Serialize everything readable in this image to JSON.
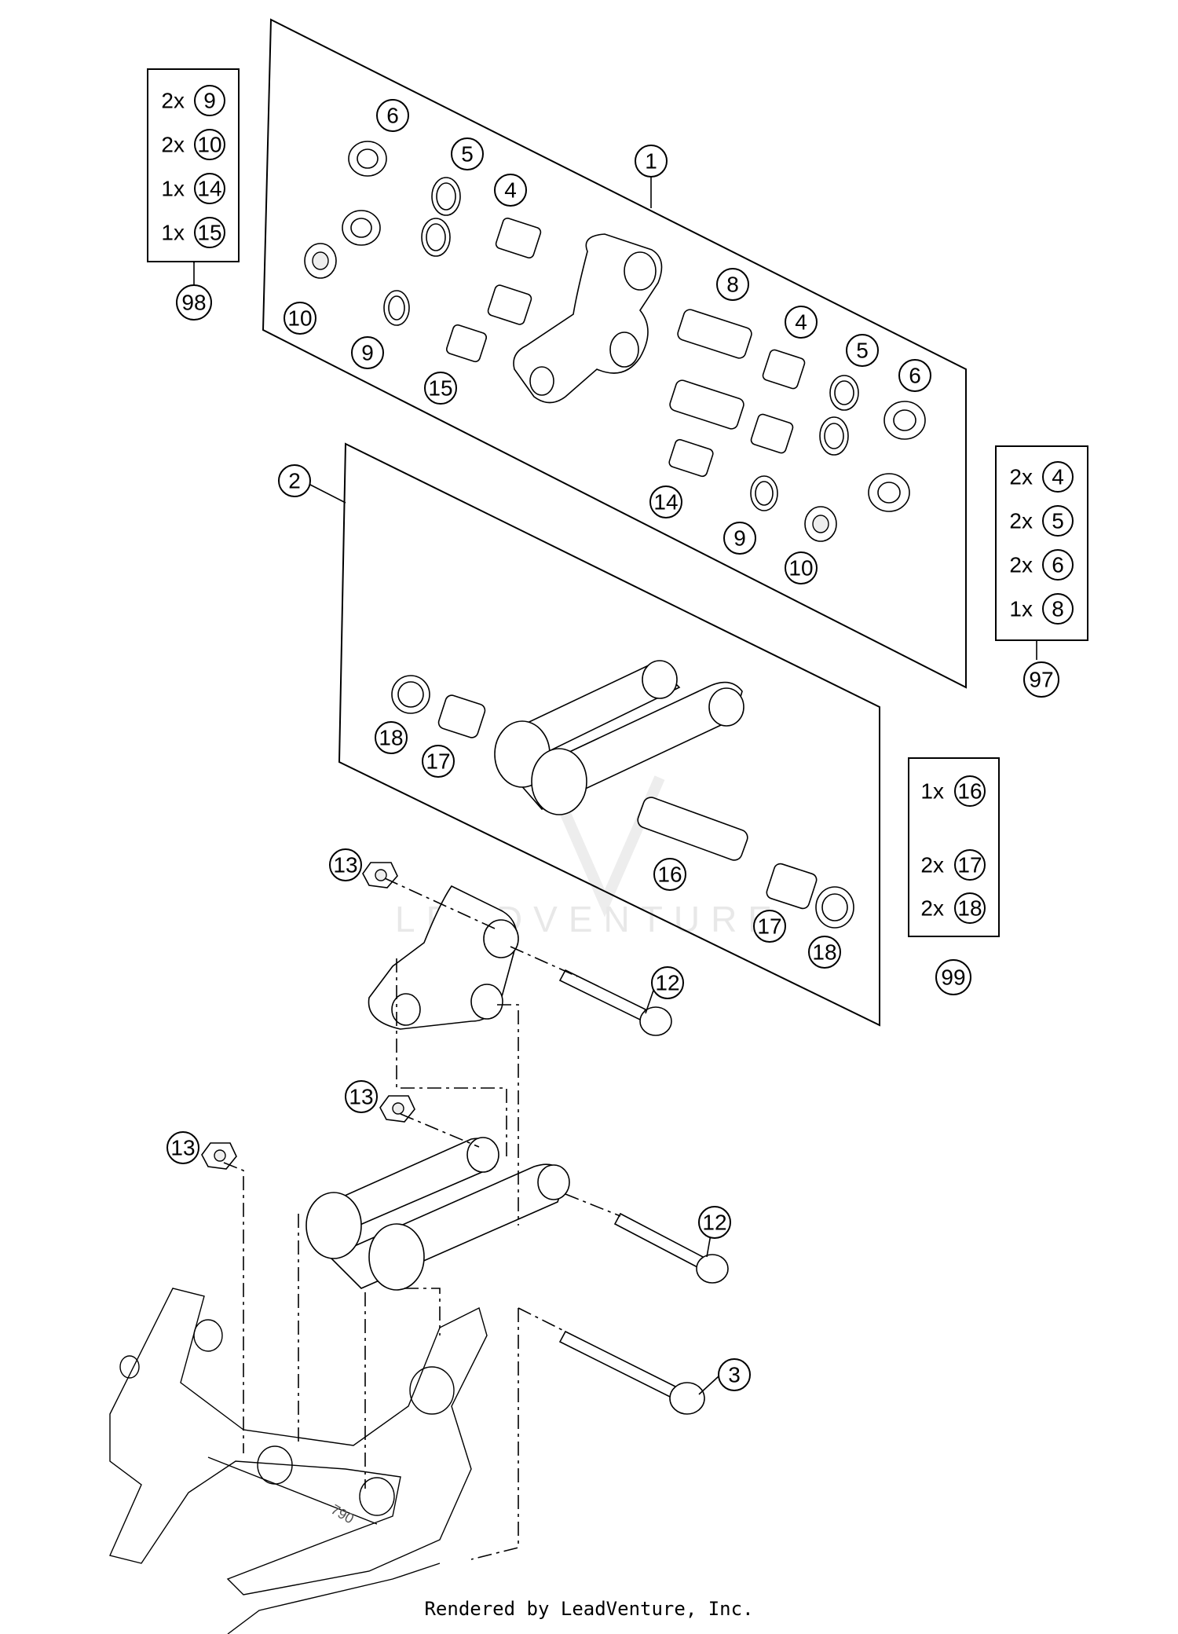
{
  "callouts": [
    {
      "label": "1"
    },
    {
      "label": "2"
    },
    {
      "label": "3"
    },
    {
      "label": "4"
    },
    {
      "label": "4"
    },
    {
      "label": "5"
    },
    {
      "label": "5"
    },
    {
      "label": "6"
    },
    {
      "label": "6"
    },
    {
      "label": "8"
    },
    {
      "label": "9"
    },
    {
      "label": "9"
    },
    {
      "label": "10"
    },
    {
      "label": "10"
    },
    {
      "label": "12"
    },
    {
      "label": "12"
    },
    {
      "label": "13"
    },
    {
      "label": "13"
    },
    {
      "label": "13"
    },
    {
      "label": "14"
    },
    {
      "label": "15"
    },
    {
      "label": "16"
    },
    {
      "label": "17"
    },
    {
      "label": "17"
    },
    {
      "label": "18"
    },
    {
      "label": "18"
    }
  ],
  "kits": [
    {
      "kit": "98",
      "items": [
        {
          "qty": "2x",
          "part": "9"
        },
        {
          "qty": "2x",
          "part": "10"
        },
        {
          "qty": "1x",
          "part": "14"
        },
        {
          "qty": "1x",
          "part": "15"
        }
      ]
    },
    {
      "kit": "97",
      "items": [
        {
          "qty": "2x",
          "part": "4"
        },
        {
          "qty": "2x",
          "part": "5"
        },
        {
          "qty": "2x",
          "part": "6"
        },
        {
          "qty": "1x",
          "part": "8"
        }
      ]
    },
    {
      "kit": "99",
      "items": [
        {
          "qty": "1x",
          "part": "16"
        },
        {
          "qty": "2x",
          "part": "17"
        },
        {
          "qty": "2x",
          "part": "18"
        }
      ]
    }
  ],
  "watermark": "LEADVENTURE",
  "footer": "Rendered by LeadVenture, Inc."
}
